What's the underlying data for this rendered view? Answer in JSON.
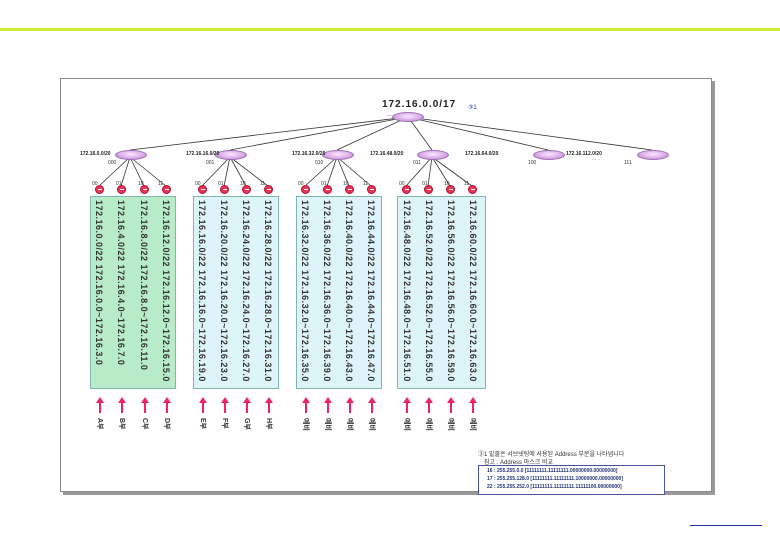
{
  "root": {
    "label": "172.16.0.0/17",
    "note_mark": "③1"
  },
  "ellipsis": "…",
  "subnets": [
    {
      "label": "172.16.0.0/20",
      "bits": "000"
    },
    {
      "label": "172.16.16.0/20",
      "bits": "001"
    },
    {
      "label": "172.16.32.0/20",
      "bits": "010"
    },
    {
      "label": "172.16.48.0/20",
      "bits": "011"
    },
    {
      "label": "172.16.64.0/20",
      "bits": "100"
    },
    {
      "label": "172.16.112.0/20",
      "bits": "111"
    }
  ],
  "more_marker": "· · ·",
  "leaf_bits": [
    "00",
    "01",
    "10",
    "11"
  ],
  "columns": [
    "172.16.0.0/22  172.16.0.0~172.16.3.0",
    "172.16.4.0/22  172.16.4.0~172.16.7.0",
    "172.16.8.0/22  172.16.8.0~172.16.11.0",
    "172.16.12.0/22 172.16.12.0~172.16.15.0",
    "172.16.16.0/22 172.16.16.0~172.16.19.0",
    "172.16.20.0/22 172.16.20.0~172.16.23.0",
    "172.16.24.0/22 172.16.24.0~172.16.27.0",
    "172.16.28.0/22 172.16.28.0~172.16.31.0",
    "172.16.32.0/22 172.16.32.0~172.16.35.0",
    "172.16.36.0/22 172.16.36.0~172.16.39.0",
    "172.16.40.0/22 172.16.40.0~172.16.43.0",
    "172.16.44.0/22 172.16.44.0~172.16.47.0",
    "172.16.48.0/22 172.16.48.0~172.16.51.0",
    "172.16.52.0/22 172.16.52.0~172.16.55.0",
    "172.16.56.0/22 172.16.56.0~172.16.59.0",
    "172.16.60.0/22 172.16.60.0~172.16.63.0"
  ],
  "departments": [
    "A부",
    "B부",
    "C부",
    "D부",
    "E부",
    "F부",
    "G부",
    "H부",
    "예비",
    "예비",
    "예비",
    "예비",
    "예비",
    "예비",
    "예비",
    "예비"
  ],
  "legend": {
    "title": "③1 밑줄은 서브넷팅에 사용된 Address 부분을 나타냅니다",
    "subtitle": "참고 : Address 마스크 비교",
    "rows": [
      "16 : 255.255.0.0    [11111111.11111111.00000000.00000000]",
      "17 : 255.255.128.0  [11111111.11111111.10000000.00000000]",
      "22 : 255.255.252.0  [11111111.11111111.11111100.00000000]"
    ]
  },
  "colors": {
    "top_line": "#ccee33",
    "block_green": "#b8ecc8",
    "block_cyan": "#ddf5f8",
    "node": "#ee3355",
    "arrow": "#ee2266",
    "mask_text": "#223377"
  }
}
